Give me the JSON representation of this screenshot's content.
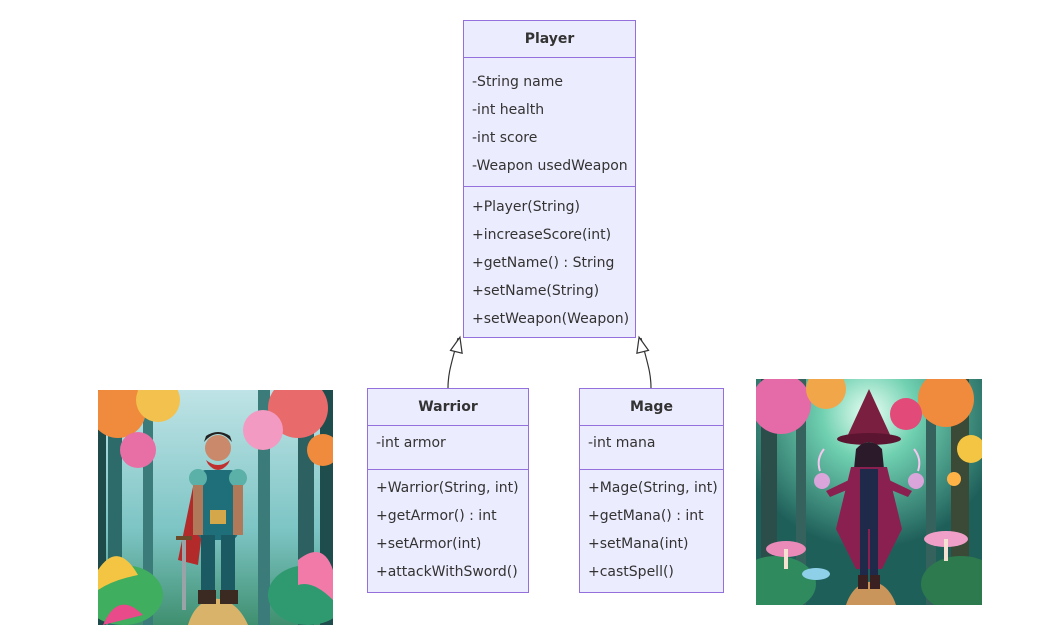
{
  "classes": {
    "player": {
      "name": "Player",
      "attributes": [
        "-String name",
        "-int health",
        "-int score",
        "-Weapon usedWeapon"
      ],
      "methods": [
        "+Player(String)",
        "+increaseScore(int)",
        "+getName() : String",
        "+setName(String)",
        "+setWeapon(Weapon)"
      ]
    },
    "warrior": {
      "name": "Warrior",
      "attributes": [
        "-int armor"
      ],
      "methods": [
        "+Warrior(String, int)",
        "+getArmor() : int",
        "+setArmor(int)",
        "+attackWithSword()"
      ]
    },
    "mage": {
      "name": "Mage",
      "attributes": [
        "-int mana"
      ],
      "methods": [
        "+Mage(String, int)",
        "+getMana() : int",
        "+setMana(int)",
        "+castSpell()"
      ]
    }
  },
  "relations": [
    {
      "from": "warrior",
      "to": "player",
      "type": "inheritance"
    },
    {
      "from": "mage",
      "to": "player",
      "type": "inheritance"
    }
  ],
  "images": {
    "warrior_illustration": "warrior-in-forest-illustration",
    "mage_illustration": "mage-in-forest-illustration"
  },
  "colors": {
    "class_fill": "#ececff",
    "class_border": "#9370db",
    "text": "#333333",
    "connector": "#333333"
  }
}
